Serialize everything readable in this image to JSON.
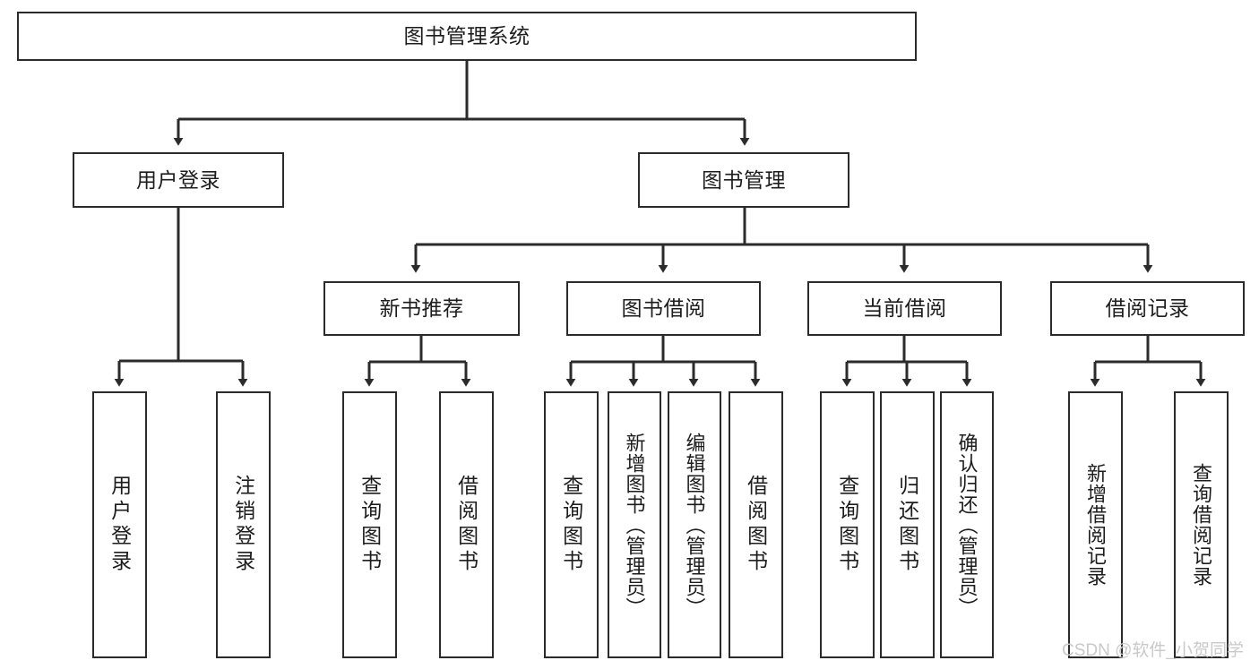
{
  "diagram": {
    "type": "tree-hierarchy",
    "title": "图书管理系统",
    "root": {
      "id": "root",
      "label": "图书管理系统"
    },
    "level2": [
      {
        "id": "user-login",
        "label": "用户登录"
      },
      {
        "id": "book-management",
        "label": "图书管理"
      }
    ],
    "level3": [
      {
        "id": "new-book-recommend",
        "label": "新书推荐",
        "parent": "book-management"
      },
      {
        "id": "book-borrow",
        "label": "图书借阅",
        "parent": "book-management"
      },
      {
        "id": "current-borrow",
        "label": "当前借阅",
        "parent": "book-management"
      },
      {
        "id": "borrow-record",
        "label": "借阅记录",
        "parent": "book-management"
      }
    ],
    "leaves": {
      "user_login": [
        {
          "id": "leaf-user-login",
          "label": "用户登录"
        },
        {
          "id": "leaf-user-logout",
          "label": "注销登录"
        }
      ],
      "new_book_recommend": [
        {
          "id": "leaf-query-book-1",
          "label": "查询图书"
        },
        {
          "id": "leaf-borrow-book-1",
          "label": "借阅图书"
        }
      ],
      "book_borrow": [
        {
          "id": "leaf-query-book-2",
          "label": "查询图书"
        },
        {
          "id": "leaf-add-book",
          "label": "新增图书（管理员）"
        },
        {
          "id": "leaf-edit-book",
          "label": "编辑图书（管理员）"
        },
        {
          "id": "leaf-borrow-book-2",
          "label": "借阅图书"
        }
      ],
      "current_borrow": [
        {
          "id": "leaf-query-book-3",
          "label": "查询图书"
        },
        {
          "id": "leaf-return-book",
          "label": "归还图书"
        },
        {
          "id": "leaf-confirm-return",
          "label": "确认归还（管理员）"
        }
      ],
      "borrow_record": [
        {
          "id": "leaf-add-record",
          "label": "新增借阅记录"
        },
        {
          "id": "leaf-query-record",
          "label": "查询借阅记录"
        }
      ]
    }
  },
  "watermark": {
    "text": "CSDN @软件_小贺同学"
  },
  "colors": {
    "box_border": "#2b2b2b",
    "box_fill": "#ffffff",
    "edge": "#2b2b2b",
    "text": "#1d1d1d",
    "watermark": "#c9c9c9",
    "background": "#ffffff"
  }
}
